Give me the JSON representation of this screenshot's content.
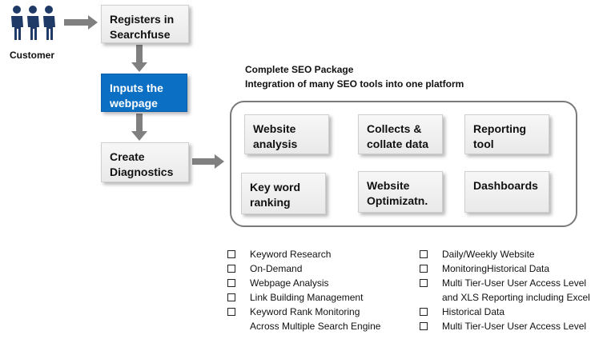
{
  "customer": {
    "label": "Customer",
    "icon": "customer-group-icon"
  },
  "flow": {
    "registers": "Registers in\nSearchfuse",
    "inputs": "Inputs the\nwebpage",
    "create": "Create\nDiagnostics"
  },
  "package": {
    "heading_line1": "Complete SEO Package",
    "heading_line2": "Integration of many SEO tools into one platform",
    "tools": [
      "Website\nanalysis",
      "Collects &\ncollate data",
      "Reporting\ntool",
      "Key word\nranking",
      "Website\nOptimizatn.",
      "Dashboards"
    ]
  },
  "features_left": [
    {
      "text": "Keyword Research",
      "checkbox": true
    },
    {
      "text": "On-Demand",
      "checkbox": true
    },
    {
      "text": "Webpage Analysis",
      "checkbox": true
    },
    {
      "text": "Link Building Management",
      "checkbox": true
    },
    {
      "text": "Keyword Rank Monitoring",
      "checkbox": true
    },
    {
      "text": "Across Multiple Search Engine",
      "checkbox": false
    }
  ],
  "features_right": [
    {
      "text": "Daily/Weekly Website",
      "checkbox": true
    },
    {
      "text": "MonitoringHistorical Data",
      "checkbox": true
    },
    {
      "text": "Multi Tier-User User Access Level",
      "checkbox": true
    },
    {
      "text": "and XLS Reporting including Excel",
      "checkbox": false
    },
    {
      "text": "Historical Data",
      "checkbox": true
    },
    {
      "text": "Multi Tier-User User Access Level",
      "checkbox": true
    }
  ],
  "colors": {
    "accent": "#0b6fc4",
    "arrow": "#808080",
    "box_border": "#cfcfcf"
  }
}
